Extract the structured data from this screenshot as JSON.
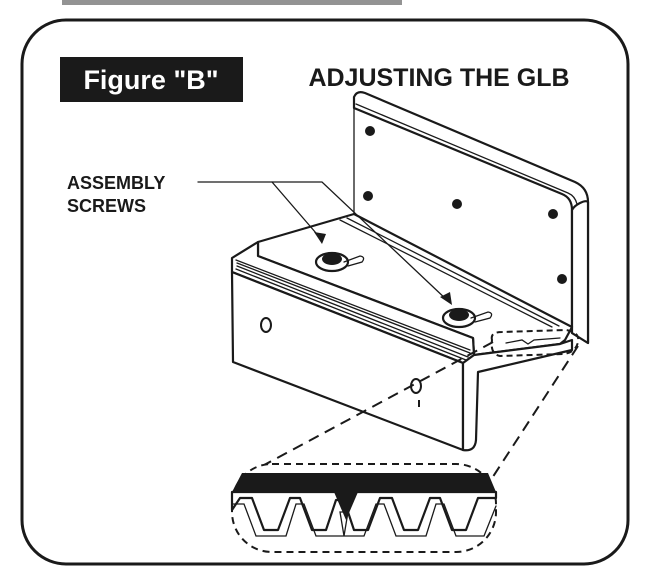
{
  "figure": {
    "label": "Figure \"B\"",
    "title": "ADJUSTING THE GLB",
    "callout_line1": "ASSEMBLY",
    "callout_line2": "SCREWS",
    "colors": {
      "ink": "#1a1a1a",
      "paper": "#ffffff"
    }
  }
}
